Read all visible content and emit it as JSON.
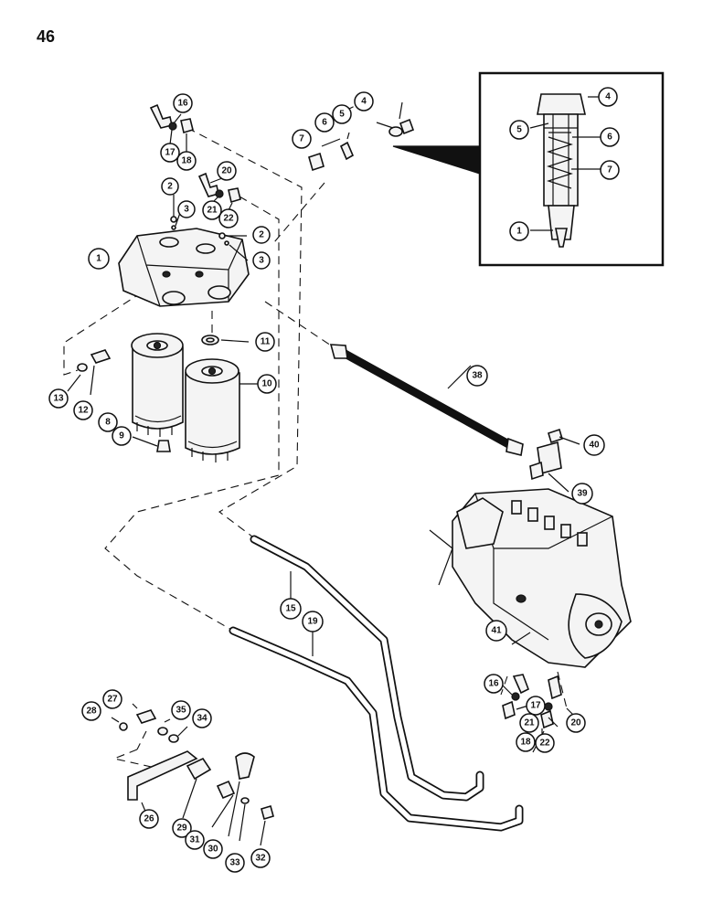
{
  "page": {
    "number": "46"
  },
  "callouts": [
    {
      "id": "c1",
      "label": "1"
    },
    {
      "id": "c2a",
      "label": "2"
    },
    {
      "id": "c2b",
      "label": "2"
    },
    {
      "id": "c3a",
      "label": "3"
    },
    {
      "id": "c3b",
      "label": "3"
    },
    {
      "id": "c4",
      "label": "4"
    },
    {
      "id": "c5",
      "label": "5"
    },
    {
      "id": "c6",
      "label": "6"
    },
    {
      "id": "c7",
      "label": "7"
    },
    {
      "id": "c8",
      "label": "8"
    },
    {
      "id": "c9",
      "label": "9"
    },
    {
      "id": "c10",
      "label": "10"
    },
    {
      "id": "c11",
      "label": "11"
    },
    {
      "id": "c12",
      "label": "12"
    },
    {
      "id": "c13",
      "label": "13"
    },
    {
      "id": "c15",
      "label": "15"
    },
    {
      "id": "c16a",
      "label": "16"
    },
    {
      "id": "c16b",
      "label": "16"
    },
    {
      "id": "c17a",
      "label": "17"
    },
    {
      "id": "c17b",
      "label": "17"
    },
    {
      "id": "c18a",
      "label": "18"
    },
    {
      "id": "c18b",
      "label": "18"
    },
    {
      "id": "c19",
      "label": "19"
    },
    {
      "id": "c20a",
      "label": "20"
    },
    {
      "id": "c20b",
      "label": "20"
    },
    {
      "id": "c21a",
      "label": "21"
    },
    {
      "id": "c21b",
      "label": "21"
    },
    {
      "id": "c22a",
      "label": "22"
    },
    {
      "id": "c22b",
      "label": "22"
    },
    {
      "id": "c26",
      "label": "26"
    },
    {
      "id": "c27",
      "label": "27"
    },
    {
      "id": "c28",
      "label": "28"
    },
    {
      "id": "c29",
      "label": "29"
    },
    {
      "id": "c30",
      "label": "30"
    },
    {
      "id": "c31",
      "label": "31"
    },
    {
      "id": "c32",
      "label": "32"
    },
    {
      "id": "c33",
      "label": "33"
    },
    {
      "id": "c34",
      "label": "34"
    },
    {
      "id": "c35",
      "label": "35"
    },
    {
      "id": "c38",
      "label": "38"
    },
    {
      "id": "c39",
      "label": "39"
    },
    {
      "id": "c40",
      "label": "40"
    },
    {
      "id": "c41",
      "label": "41"
    },
    {
      "id": "i1",
      "label": "1"
    },
    {
      "id": "i4",
      "label": "4"
    },
    {
      "id": "i5",
      "label": "5"
    },
    {
      "id": "i6",
      "label": "6"
    },
    {
      "id": "i7",
      "label": "7"
    }
  ]
}
